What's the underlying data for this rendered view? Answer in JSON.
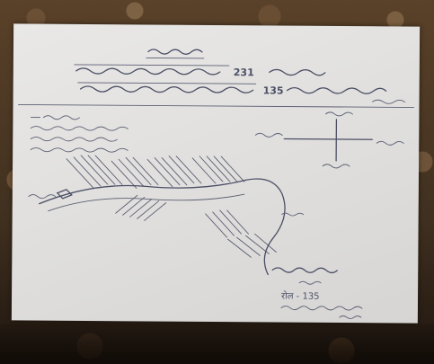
{
  "photo": {
    "number_1": "231",
    "number_2": "135",
    "roll_no": "रोल - 135"
  }
}
